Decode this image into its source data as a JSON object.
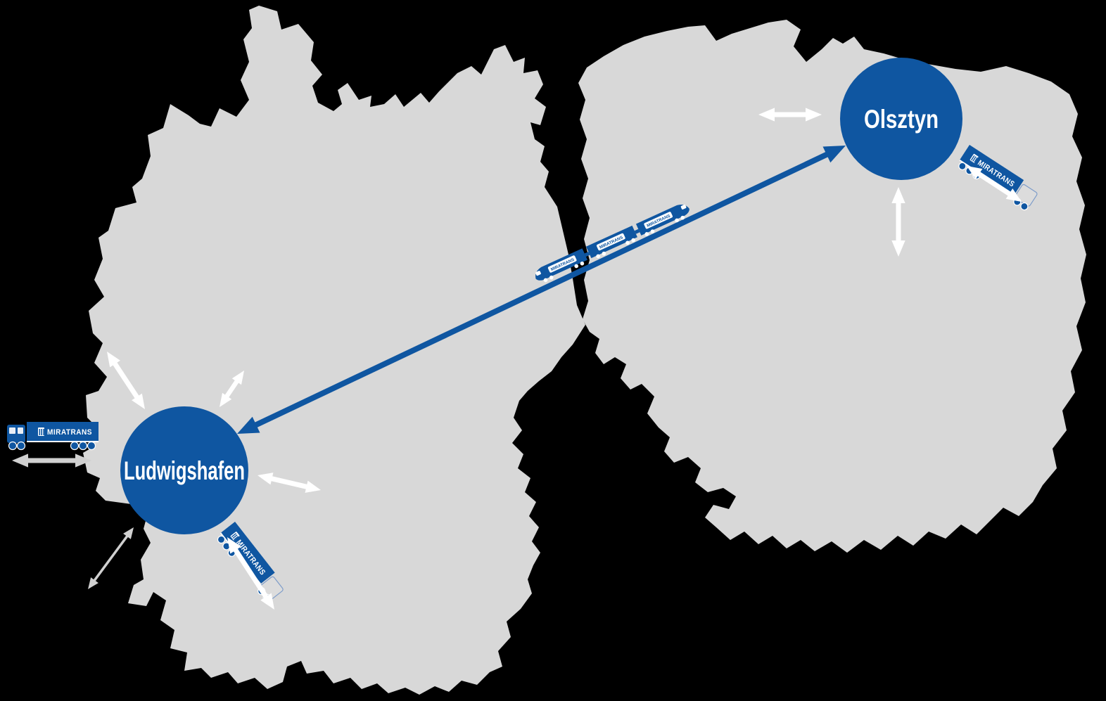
{
  "brand": {
    "name": "MIRATRANS"
  },
  "hubs": [
    {
      "id": "ludwigshafen",
      "label": "Ludwigshafen"
    },
    {
      "id": "olsztyn",
      "label": "Olsztyn"
    }
  ],
  "colors": {
    "background": "#000000",
    "map_gray": "#d8d8d8",
    "primary_blue": "#0f56a1",
    "white": "#ffffff",
    "offmap_arrow_gray": "#d0d0d0",
    "truck_outline_blue": "#7d9cc9"
  },
  "icons": [
    "double-arrow-icon",
    "route-line-arrow",
    "truck-icon",
    "train-icon"
  ]
}
